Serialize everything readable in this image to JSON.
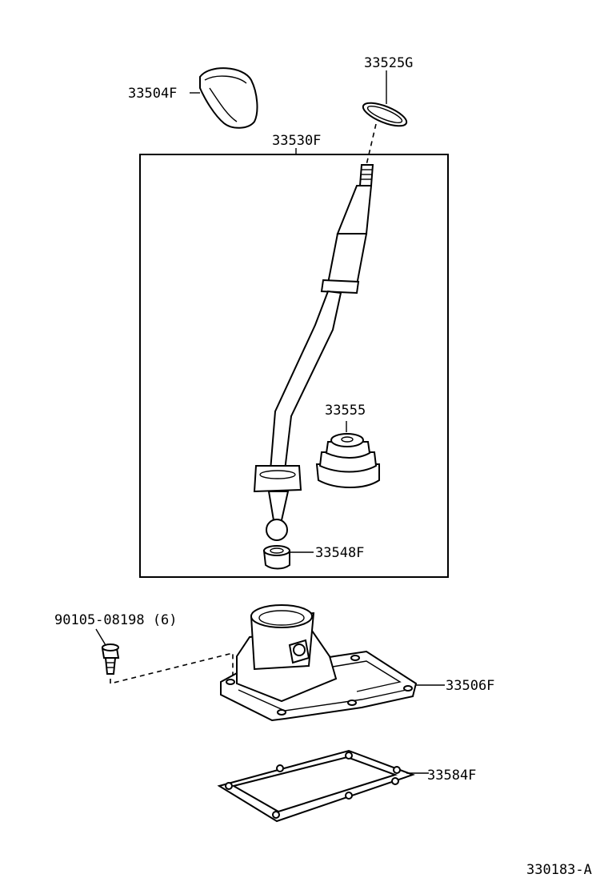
{
  "parts": {
    "knob": "33504F",
    "seal_ring": "33525G",
    "lever_assembly": "33530F",
    "boot": "33555",
    "bushing": "33548F",
    "bolt": "90105-08198 (6)",
    "retainer": "33506F",
    "gasket": "33584F"
  },
  "figure_id": "330183-A"
}
